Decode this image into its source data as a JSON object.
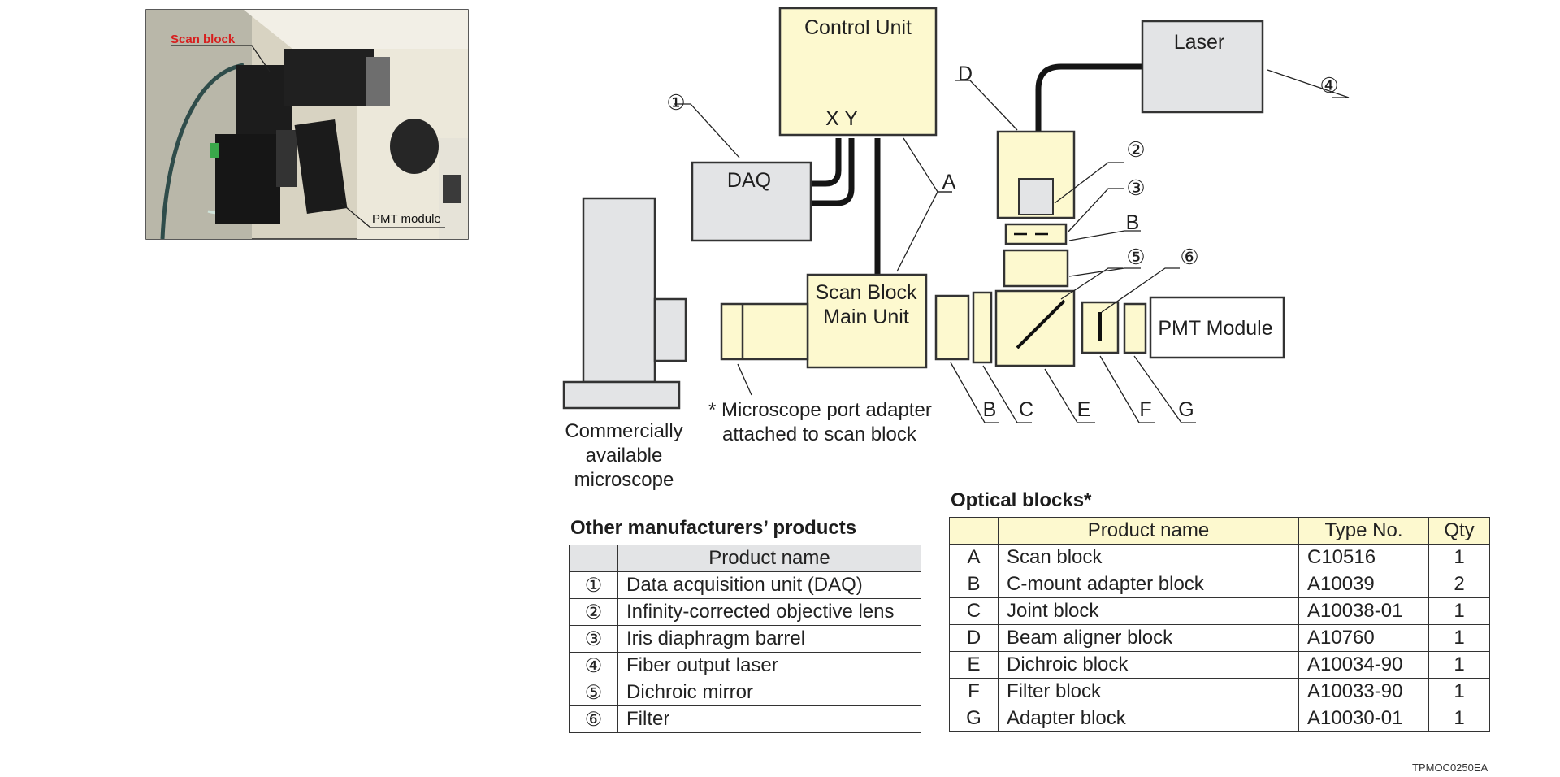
{
  "photo": {
    "scan_block_label": "Scan block",
    "pmt_module_label": "PMT module"
  },
  "diagram": {
    "control_unit": "Control Unit",
    "xy": "X Y",
    "daq": "DAQ",
    "laser": "Laser",
    "scan_block_line1": "Scan Block",
    "scan_block_line2": "Main Unit",
    "pmt_module": "PMT Module",
    "adapter_note_line1": "* Microscope port adapter",
    "adapter_note_line2": "attached to scan block",
    "microscope_line1": "Commercially",
    "microscope_line2": "available",
    "microscope_line3": "microscope",
    "letters": {
      "a": "A",
      "b": "B",
      "c": "C",
      "d": "D",
      "e": "E",
      "f": "F",
      "g": "G"
    },
    "numbers": {
      "n1": "①",
      "n2": "②",
      "n3": "③",
      "n4": "④",
      "n5": "⑤",
      "n6": "⑥"
    }
  },
  "other_products": {
    "title": "Other manufacturers’ products",
    "header": [
      "",
      "Product name"
    ],
    "rows": [
      [
        "①",
        "Data acquisition unit (DAQ)"
      ],
      [
        "②",
        "Infinity-corrected objective lens"
      ],
      [
        "③",
        "Iris diaphragm barrel"
      ],
      [
        "④",
        "Fiber output laser"
      ],
      [
        "⑤",
        "Dichroic mirror"
      ],
      [
        "⑥",
        "Filter"
      ]
    ]
  },
  "optical_blocks": {
    "title": "Optical blocks*",
    "header": [
      "",
      "Product name",
      "Type No.",
      "Qty"
    ],
    "rows": [
      [
        "A",
        "Scan block",
        "C10516",
        "1"
      ],
      [
        "B",
        "C-mount adapter block",
        "A10039",
        "2"
      ],
      [
        "C",
        "Joint block",
        "A10038-01",
        "1"
      ],
      [
        "D",
        "Beam aligner block",
        "A10760",
        "1"
      ],
      [
        "E",
        "Dichroic block",
        "A10034-90",
        "1"
      ],
      [
        "F",
        "Filter block",
        "A10033-90",
        "1"
      ],
      [
        "G",
        "Adapter block",
        "A10030-01",
        "1"
      ]
    ]
  },
  "doc_code": "TPMOC0250EA",
  "colors": {
    "yellow": "#fdf9cf",
    "gray": "#e3e4e6",
    "red_label": "#d81e1e"
  }
}
